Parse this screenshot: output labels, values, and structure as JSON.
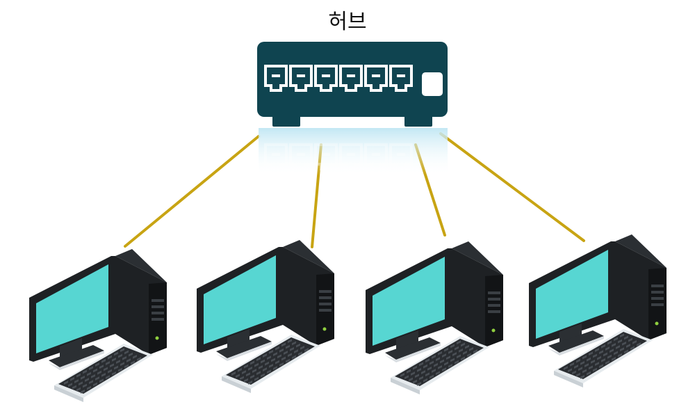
{
  "title": "허브",
  "colors": {
    "hub_body": "#0f4450",
    "port": "#ffffff",
    "cable": "#c8a413",
    "screen": "#57d6d2",
    "case": "#1e2124",
    "keyboard_base": "#e6ebee"
  },
  "diagram": {
    "hub": {
      "name": "hub",
      "ports": 6,
      "led": true
    },
    "computers": [
      {
        "name": "pc-1"
      },
      {
        "name": "pc-2"
      },
      {
        "name": "pc-3"
      },
      {
        "name": "pc-4"
      }
    ],
    "connections": [
      {
        "from": "hub",
        "to": "pc-1"
      },
      {
        "from": "hub",
        "to": "pc-2"
      },
      {
        "from": "hub",
        "to": "pc-3"
      },
      {
        "from": "hub",
        "to": "pc-4"
      }
    ]
  }
}
